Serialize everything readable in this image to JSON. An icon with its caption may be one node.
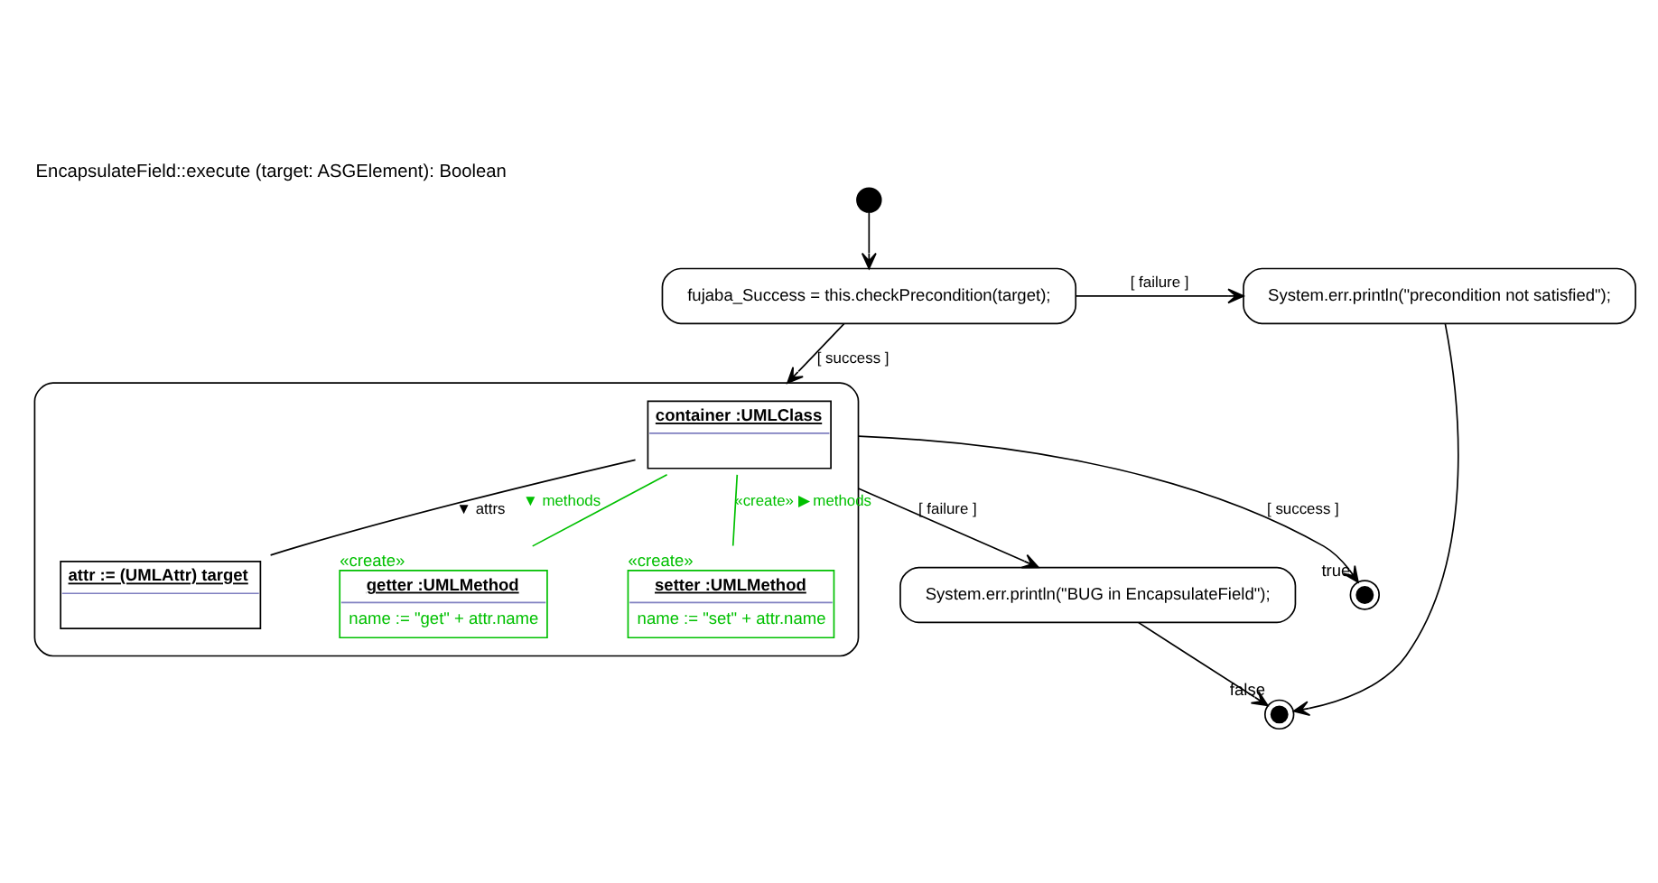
{
  "diagram": {
    "title": "EncapsulateField::execute (target: ASGElement): Boolean",
    "nodes": [
      {
        "text": [],
        "shape": "circle"
      },
      {
        "text": [
          "fujaba_Success = this.checkPrecondition(target);"
        ]
      },
      {
        "text": [
          "System.err.println(\"precondition not satisfied\");"
        ]
      },
      {
        "text": [],
        "shape": "box"
      },
      {
        "text": [
          "container :UMLClass"
        ],
        "in": 3
      },
      {
        "text": [
          "attr := (UMLAttr) target"
        ],
        "in": 3
      },
      {
        "text": [
          "«create»",
          "getter :UMLMethod",
          "name := \"get\" + attr.name"
        ],
        "in": 3
      },
      {
        "text": [
          "«create»",
          "setter :UMLMethod",
          "name := \"set\" + attr.name"
        ],
        "in": 3
      },
      {
        "text": [],
        "shape": "circle",
        "beside": [
          "false"
        ]
      },
      {
        "text": [
          "System.err.println(\"BUG in EncapsulateField\");"
        ]
      },
      {
        "text": [],
        "shape": "circle",
        "beside": [
          "true"
        ]
      }
    ],
    "edges": [
      {
        "from": 0,
        "to": 1,
        "arrow": "to"
      },
      {
        "from": 1,
        "to": 2,
        "arrow": "to",
        "label": "[ failure ]"
      },
      {
        "from": 1,
        "to": 3,
        "arrow": "to",
        "label": "[ success ]"
      },
      {
        "from": 4,
        "to": 5,
        "arrow": "none",
        "label": "▼ attrs"
      },
      {
        "from": 4,
        "to": 6,
        "arrow": "none",
        "label": "▼ methods",
        "color": "#00c000"
      },
      {
        "from": 4,
        "to": 7,
        "arrow": "none",
        "label": "«create» ▶ methods",
        "color": "#00c000"
      },
      {
        "from": 2,
        "to": 8,
        "arrow": "to"
      },
      {
        "from": 3,
        "to": 10,
        "arrow": "to",
        "label": "[ success ]"
      },
      {
        "from": 3,
        "to": 9,
        "arrow": "to",
        "label": "[ failure ]"
      },
      {
        "from": 9,
        "to": 8,
        "arrow": "to"
      }
    ]
  }
}
